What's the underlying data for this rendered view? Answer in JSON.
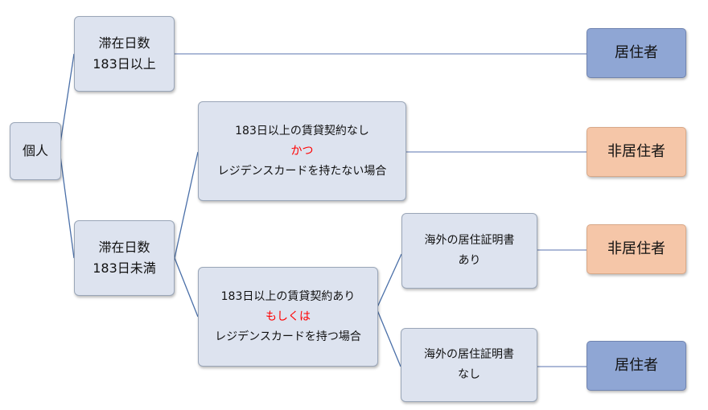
{
  "root": {
    "label": "個人"
  },
  "stay_long": {
    "line1": "滞在日数",
    "line2": "183日以上"
  },
  "stay_short": {
    "line1": "滞在日数",
    "line2": "183日未満"
  },
  "cond_none": {
    "line1": "183日以上の賃貸契約なし",
    "connector": "かつ",
    "line3": "レジデンスカードを持たない場合"
  },
  "cond_has": {
    "line1": "183日以上の賃貸契約あり",
    "connector": "もしくは",
    "line3": "レジデンスカードを持つ場合"
  },
  "cert_yes": {
    "line1": "海外の居住証明書",
    "line2": "あり"
  },
  "cert_no": {
    "line1": "海外の居住証明書",
    "line2": "なし"
  },
  "results": {
    "resident_1": "居住者",
    "nonresident_1": "非居住者",
    "nonresident_2": "非居住者",
    "resident_2": "居住者"
  },
  "colors": {
    "node_fill": "#dde3ef",
    "resident_fill": "#8fa6d4",
    "nonresident_fill": "#f5c6a8",
    "connector_text": "#ff0000",
    "line": "#4a6fa8",
    "result_line": "#7b8fbf"
  }
}
